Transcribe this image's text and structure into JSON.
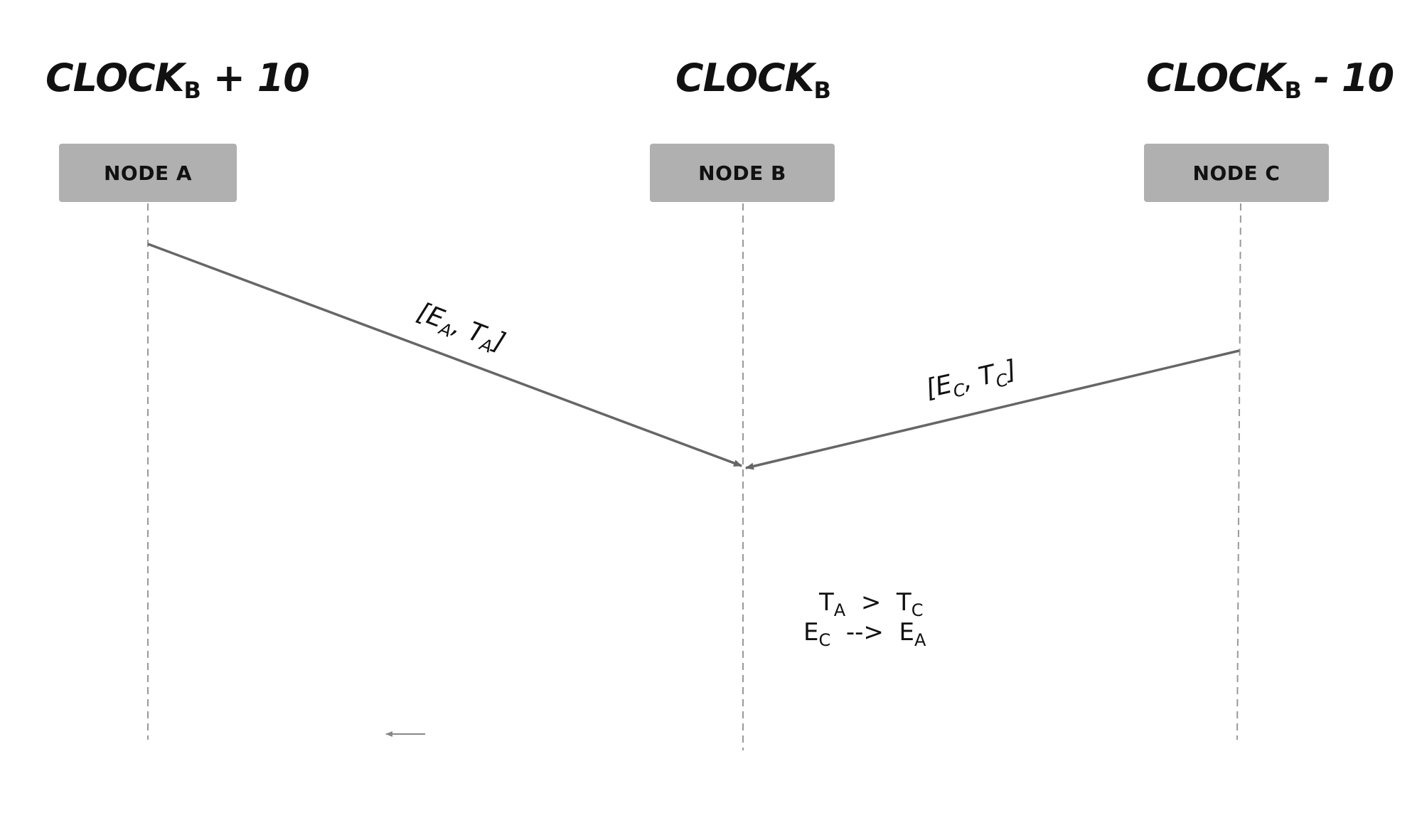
{
  "clocks": {
    "a": {
      "base": "CLOCK",
      "sub": "B",
      "suffix": " + 10"
    },
    "b": {
      "base": "CLOCK",
      "sub": "B",
      "suffix": ""
    },
    "c": {
      "base": "CLOCK",
      "sub": "B",
      "suffix": " - 10"
    }
  },
  "nodes": {
    "a": "NODE A",
    "b": "NODE B",
    "c": "NODE C"
  },
  "messages": {
    "from_a": {
      "open": "[E",
      "sub1": "A",
      "mid": ",  T",
      "sub2": "A",
      "close": "]"
    },
    "from_c": {
      "open": "[E",
      "sub1": "C",
      "mid": ",  T",
      "sub2": "C",
      "close": "]"
    }
  },
  "relations": {
    "line1": {
      "left": "T",
      "left_sub": "A",
      "op": "  >  ",
      "right": "T",
      "right_sub": "C"
    },
    "line2": {
      "left": "E",
      "left_sub": "C",
      "op": "  -->  ",
      "right": "E",
      "right_sub": "A"
    }
  },
  "colors": {
    "node_fill": "#b0b0b0",
    "arrow": "#666666",
    "lifeline": "#999999"
  }
}
